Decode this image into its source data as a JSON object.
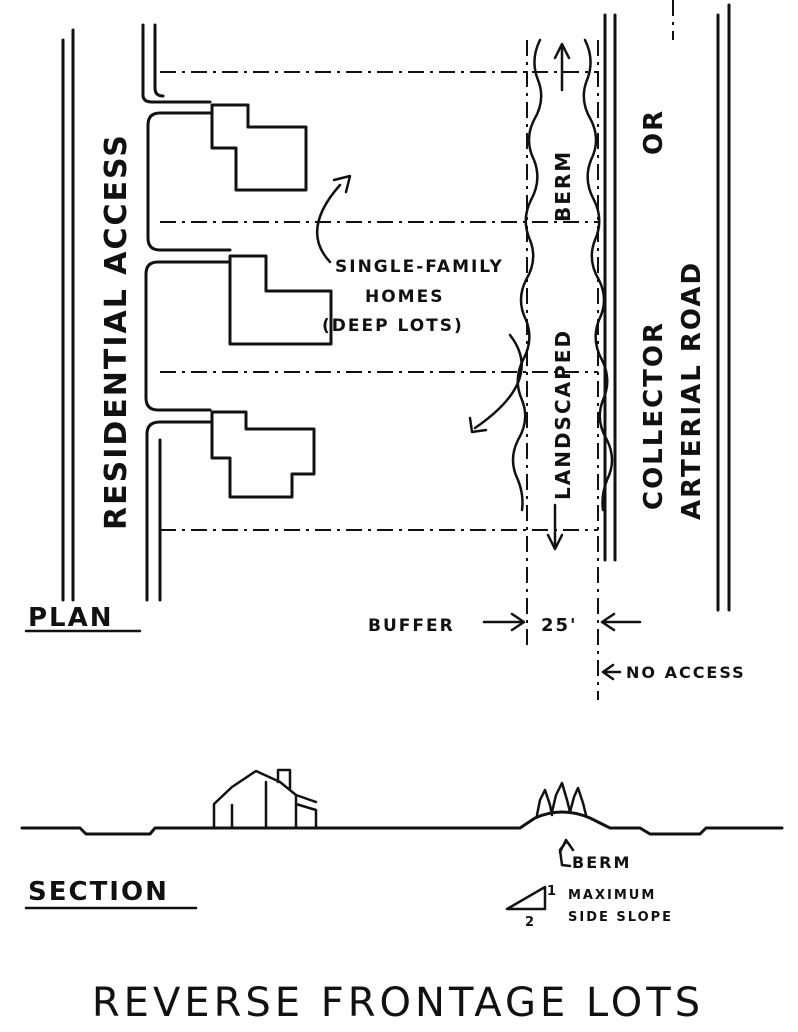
{
  "labels": {
    "residential_access": "RESIDENTIAL ACCESS",
    "collector": "COLLECTOR",
    "or": "OR",
    "arterial_road": "ARTERIAL ROAD",
    "berm_top": "BERM",
    "landscaped": "LANDSCAPED",
    "single_family": "SINGLE-FAMILY",
    "homes": "HOMES",
    "deep_lots": "(DEEP LOTS)",
    "plan": "PLAN",
    "buffer": "BUFFER",
    "buffer_width": "25'",
    "no_access": "NO ACCESS",
    "berm_section": "BERM",
    "slope_rise": "1",
    "slope_run": "2",
    "maximum": "MAXIMUM",
    "side_slope": "SIDE SLOPE",
    "section": "SECTION",
    "title": "REVERSE FRONTAGE LOTS"
  }
}
